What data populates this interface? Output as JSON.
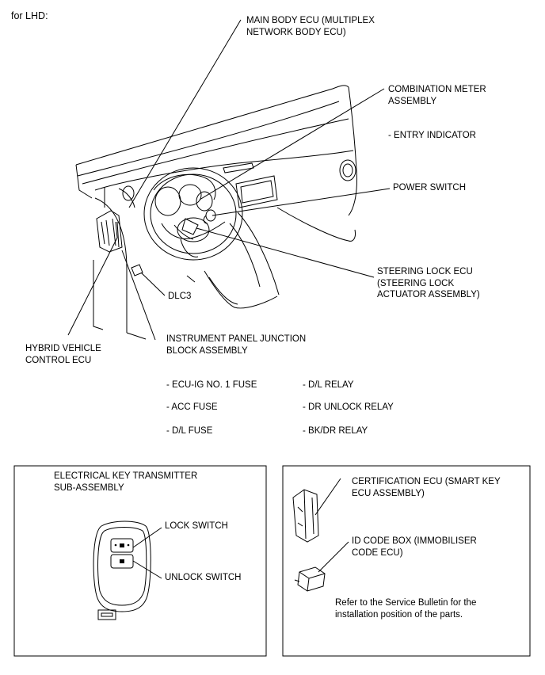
{
  "header": {
    "variant": "for LHD:"
  },
  "labels": {
    "main_body_ecu": [
      "MAIN BODY ECU (MULTIPLEX",
      "NETWORK BODY ECU)"
    ],
    "combination_meter": [
      "COMBINATION METER",
      "ASSEMBLY"
    ],
    "entry_indicator": "- ENTRY INDICATOR",
    "power_switch": "POWER SWITCH",
    "steering_lock_ecu": [
      "STEERING LOCK ECU",
      "(STEERING LOCK",
      "ACTUATOR ASSEMBLY)"
    ],
    "dlc3": "DLC3",
    "hybrid_vehicle_ecu": [
      "HYBRID VEHICLE",
      "CONTROL ECU"
    ],
    "junction_block": [
      "INSTRUMENT PANEL JUNCTION",
      "BLOCK ASSEMBLY"
    ]
  },
  "junction_parts": {
    "left": [
      "- ECU-IG NO. 1 FUSE",
      "- ACC FUSE",
      "- D/L FUSE"
    ],
    "right": [
      "- D/L RELAY",
      "- DR UNLOCK RELAY",
      "- BK/DR RELAY"
    ]
  },
  "key_panel": {
    "title": [
      "ELECTRICAL KEY TRANSMITTER",
      "SUB-ASSEMBLY"
    ],
    "lock_switch": "LOCK SWITCH",
    "unlock_switch": "UNLOCK SWITCH"
  },
  "ecu_panel": {
    "certification_ecu": [
      "CERTIFICATION ECU (SMART KEY",
      "ECU ASSEMBLY)"
    ],
    "id_code_box": [
      "ID CODE BOX (IMMOBILISER",
      "CODE ECU)"
    ],
    "note": [
      "Refer to the Service Bulletin for the",
      "installation position of the parts."
    ]
  }
}
